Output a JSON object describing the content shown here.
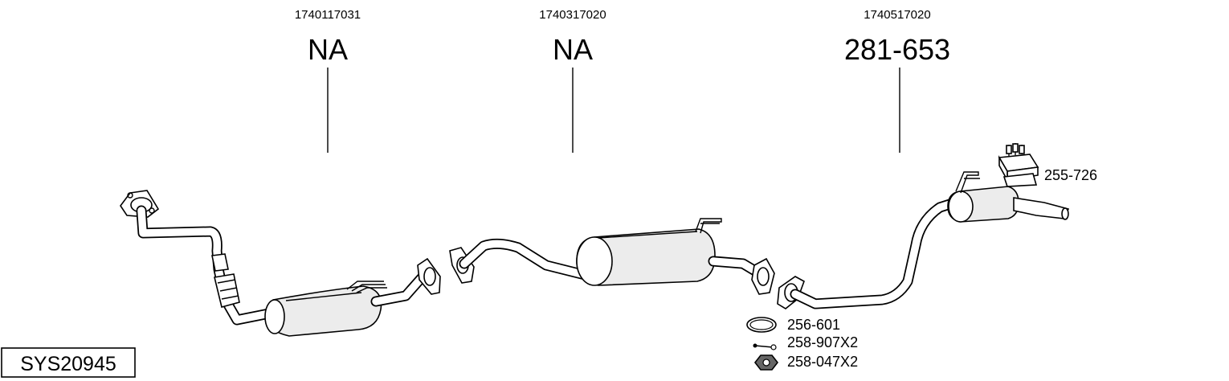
{
  "diagram": {
    "system_code": "SYS20945",
    "sections": [
      {
        "oe_number": "1740117031",
        "part_number": "NA"
      },
      {
        "oe_number": "1740317020",
        "part_number": "NA"
      },
      {
        "oe_number": "1740517020",
        "part_number": "281-653"
      }
    ],
    "parts": [
      {
        "label": "255-726",
        "icon": "rubber-mount-icon"
      },
      {
        "label": "256-601",
        "icon": "gasket-ring-icon"
      },
      {
        "label": "258-907X2",
        "icon": "bolt-icon"
      },
      {
        "label": "258-047X2",
        "icon": "nut-icon"
      }
    ]
  }
}
